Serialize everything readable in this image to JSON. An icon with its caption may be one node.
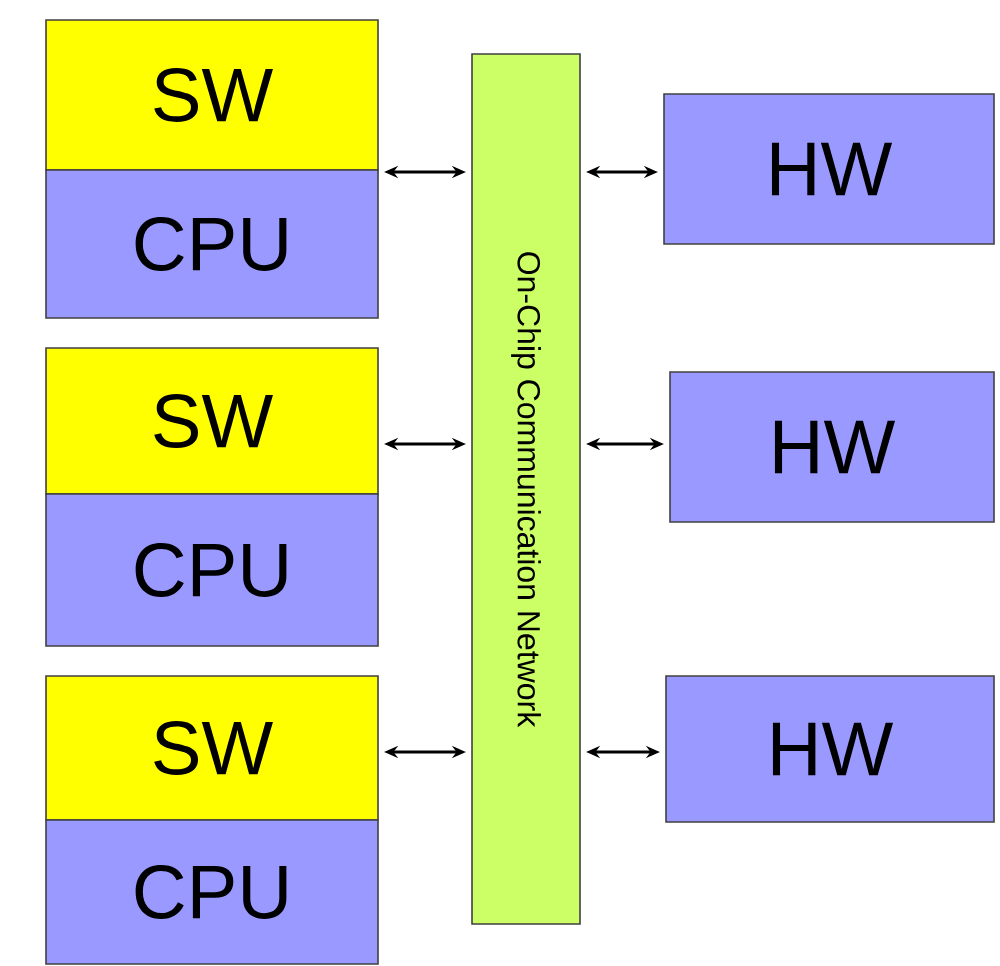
{
  "diagram": {
    "nodes": [
      {
        "text": [
          "SW"
        ]
      },
      {
        "text": [
          "CPU"
        ]
      },
      {
        "text": [
          "SW"
        ]
      },
      {
        "text": [
          "CPU"
        ]
      },
      {
        "text": [
          "SW"
        ]
      },
      {
        "text": [
          "CPU"
        ]
      },
      {
        "text": [
          "On-Chip Communication Network"
        ]
      },
      {
        "text": [
          "HW"
        ]
      },
      {
        "text": [
          "HW"
        ]
      },
      {
        "text": [
          "HW"
        ]
      }
    ],
    "edges": [
      {
        "from": 0,
        "to": 6,
        "arrow": "both"
      },
      {
        "from": 6,
        "to": 7,
        "arrow": "both"
      },
      {
        "from": 2,
        "to": 6,
        "arrow": "both"
      },
      {
        "from": 6,
        "to": 8,
        "arrow": "both"
      },
      {
        "from": 4,
        "to": 6,
        "arrow": "both"
      },
      {
        "from": 6,
        "to": 9,
        "arrow": "both"
      }
    ]
  }
}
